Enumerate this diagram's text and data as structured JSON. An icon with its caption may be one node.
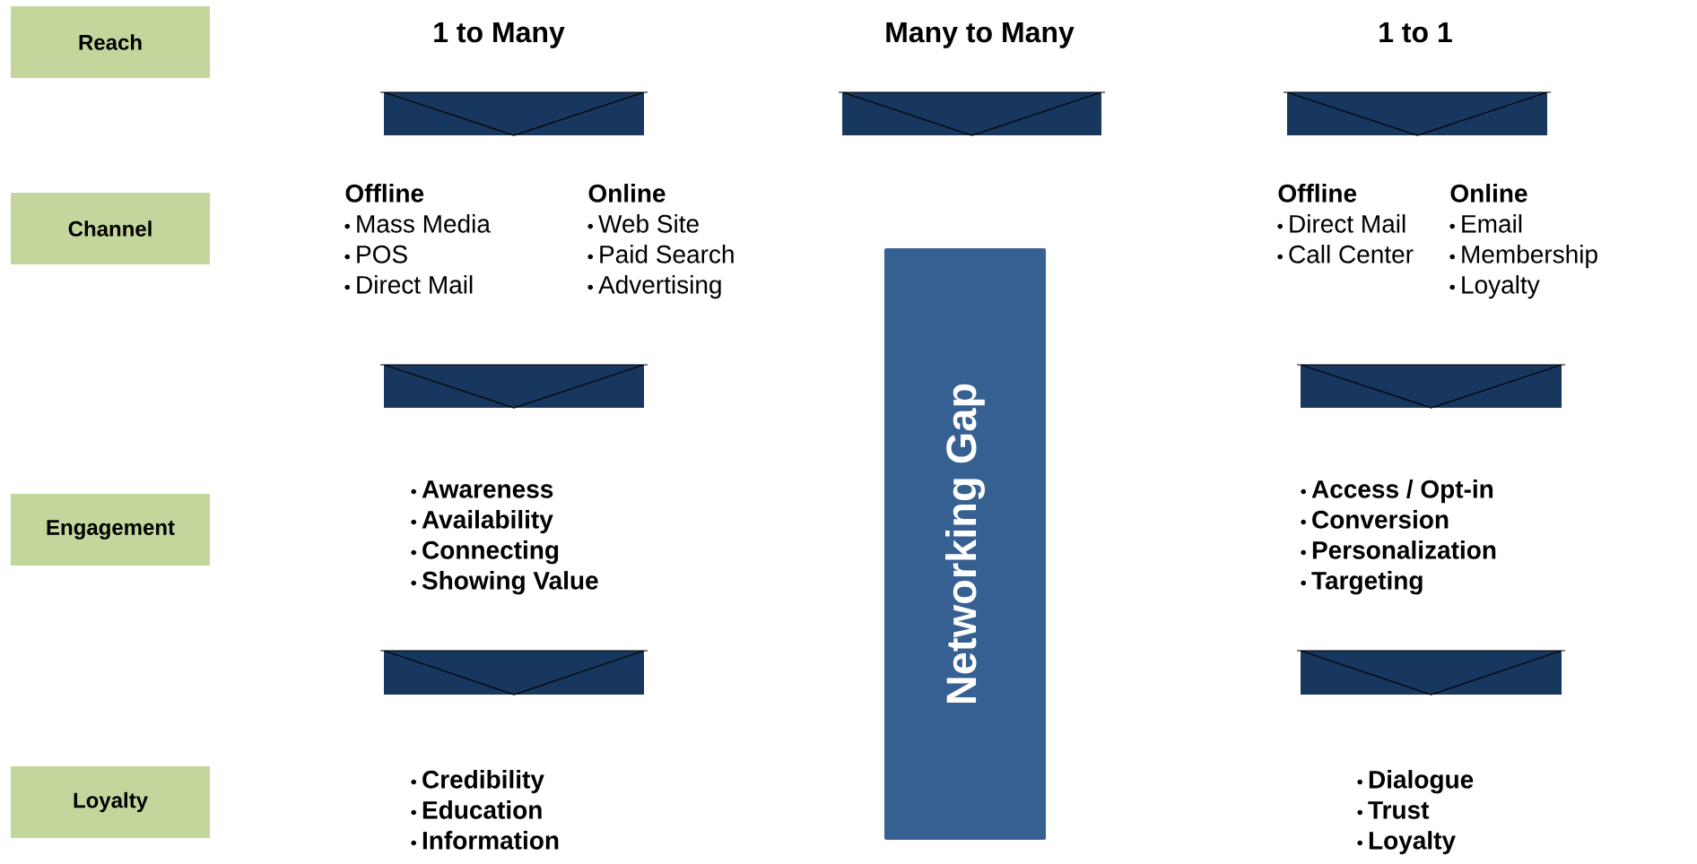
{
  "diagram": {
    "nodes": [
      {
        "text": [
          "Reach"
        ]
      },
      {
        "text": [
          "Channel"
        ]
      },
      {
        "text": [
          "Engagement"
        ]
      },
      {
        "text": [
          "Loyalty"
        ]
      },
      {
        "text": [
          "1 to Many"
        ]
      },
      {
        "text": [
          "Many  to Many"
        ]
      },
      {
        "text": [
          "1 to 1"
        ]
      },
      {
        "text": [
          "Offline",
          "Mass Media",
          "POS",
          "Direct Mail"
        ]
      },
      {
        "text": [
          "Online",
          "Web Site",
          "Paid Search",
          "Advertising"
        ]
      },
      {
        "text": [
          "Offline",
          "Direct Mail",
          "Call Center"
        ]
      },
      {
        "text": [
          "Online",
          "Email",
          "Membership",
          "Loyalty"
        ]
      },
      {
        "text": [
          "Networking Gap"
        ]
      },
      {
        "text": [
          "Awareness",
          "Availability",
          "Connecting",
          "Showing Value"
        ]
      },
      {
        "text": [
          "Access / Opt-in",
          "Conversion",
          "Personalization",
          "Targeting"
        ]
      },
      {
        "text": [
          "Credibility",
          "Education",
          "Information"
        ]
      },
      {
        "text": [
          "Dialogue",
          "Trust",
          "Loyalty"
        ]
      },
      {
        "text": [],
        "shape": "chevron"
      },
      {
        "text": [],
        "shape": "chevron"
      },
      {
        "text": [],
        "shape": "chevron"
      },
      {
        "text": [],
        "shape": "chevron"
      },
      {
        "text": [],
        "shape": "chevron"
      },
      {
        "text": [],
        "shape": "chevron"
      },
      {
        "text": [],
        "shape": "chevron"
      }
    ]
  }
}
